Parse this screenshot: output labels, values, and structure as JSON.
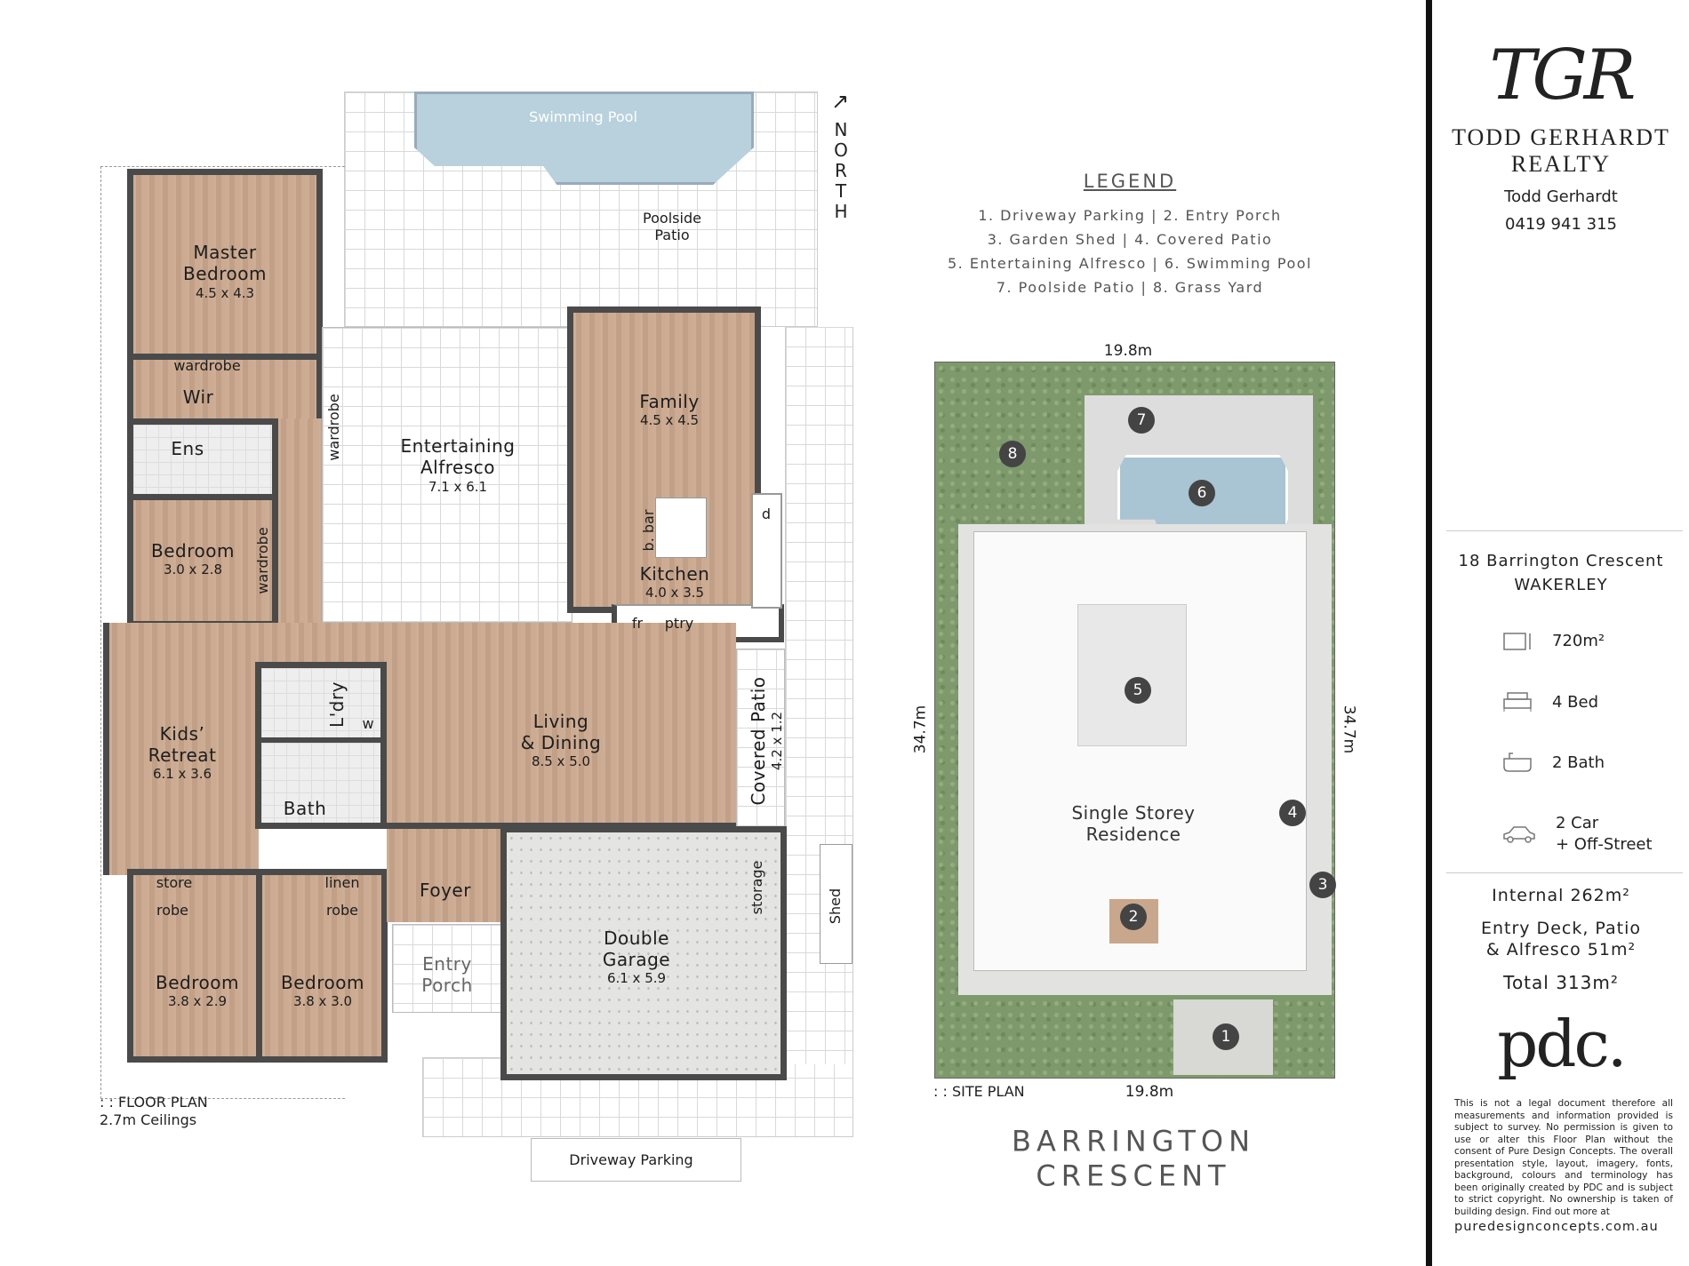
{
  "floor_plan": {
    "caption": ": : FLOOR PLAN",
    "ceilings": "2.7m Ceilings",
    "north": [
      "N",
      "O",
      "R",
      "T",
      "H"
    ],
    "rooms": {
      "swimming_pool": "Swimming Pool",
      "poolside_patio": [
        "Poolside",
        "Patio"
      ],
      "master_bedroom": {
        "name": [
          "Master",
          "Bedroom"
        ],
        "dims": "4.5 x 4.3"
      },
      "wardrobe_master": "wardrobe",
      "wir": "Wir",
      "ens": "Ens",
      "wardrobe_vertical": "wardrobe",
      "bedroom_2": {
        "name": "Bedroom",
        "dims": "3.0 x 2.8"
      },
      "wardrobe_bed2": "wardrobe",
      "alfresco": {
        "name": [
          "Entertaining",
          "Alfresco"
        ],
        "dims": "7.1 x 6.1"
      },
      "family": {
        "name": "Family",
        "dims": "4.5 x 4.5"
      },
      "bbar": "b. bar",
      "kitchen": {
        "name": "Kitchen",
        "dims": "4.0 x 3.5"
      },
      "fridge": "fr",
      "pantry": "ptry",
      "dishwasher": "d",
      "kids_retreat": {
        "name": [
          "Kids’",
          "Retreat"
        ],
        "dims": "6.1 x 3.6"
      },
      "laundry": "L'dry",
      "wc": "w",
      "bath": "Bath",
      "living": {
        "name": [
          "Living",
          "& Dining"
        ],
        "dims": "8.5 x 5.0"
      },
      "covered_patio": {
        "name": "Covered Patio",
        "dims": "4.2 x 1.2"
      },
      "store": "store",
      "linen": "linen",
      "robe_1": "robe",
      "robe_2": "robe",
      "foyer": "Foyer",
      "bedroom_3": {
        "name": "Bedroom",
        "dims": "3.8 x 2.9"
      },
      "bedroom_4": {
        "name": "Bedroom",
        "dims": "3.8 x 3.0"
      },
      "entry_porch": [
        "Entry",
        "Porch"
      ],
      "garage": {
        "name": [
          "Double",
          "Garage"
        ],
        "dims": "6.1 x 5.9"
      },
      "storage": "storage",
      "shed": "Shed",
      "driveway": "Driveway Parking"
    }
  },
  "legend": {
    "title": "LEGEND",
    "lines": [
      "1. Driveway Parking  |  2. Entry Porch",
      "3. Garden Shed  |  4. Covered Patio",
      "5. Entertaining Alfresco  |  6. Swimming Pool",
      "7. Poolside Patio  |  8. Grass Yard"
    ]
  },
  "site_plan": {
    "caption": ": : SITE PLAN",
    "width_top": "19.8m",
    "width_bottom": "19.8m",
    "depth_left": "34.7m",
    "depth_right": "34.7m",
    "residence": [
      "Single Storey",
      "Residence"
    ],
    "markers": [
      "1",
      "2",
      "3",
      "4",
      "5",
      "6",
      "7",
      "8"
    ]
  },
  "street": [
    "BARRINGTON",
    "CRESCENT"
  ],
  "sidebar": {
    "logo": "TGR",
    "agency": [
      "TODD GERHARDT",
      "REALTY"
    ],
    "agent": "Todd Gerhardt",
    "phone": "0419 941 315",
    "address": [
      "18 Barrington Crescent",
      "WAKERLEY"
    ],
    "stats": [
      {
        "icon": "land-icon",
        "label": [
          "720m²"
        ]
      },
      {
        "icon": "bed-icon",
        "label": [
          "4 Bed"
        ]
      },
      {
        "icon": "bath-icon",
        "label": [
          "2 Bath"
        ]
      },
      {
        "icon": "car-icon",
        "label": [
          "2 Car",
          "+ Off-Street"
        ]
      }
    ],
    "internal": "Internal 262m²",
    "outdoor": [
      "Entry Deck, Patio",
      "& Alfresco 51m²"
    ],
    "total": "Total 313m²",
    "pdc_logo": "pdc.",
    "disclaimer": "This is not a legal document therefore all measurements and information provided is subject to survey. No permission is given to use or alter this Floor Plan without the consent of Pure Design Concepts. The overall presentation style, layout, imagery, fonts, background, colours and terminology has been originally created by PDC and is subject to strict copyright. No ownership is taken of building design. Find out more at",
    "website": "puredesignconcepts.com.au"
  }
}
